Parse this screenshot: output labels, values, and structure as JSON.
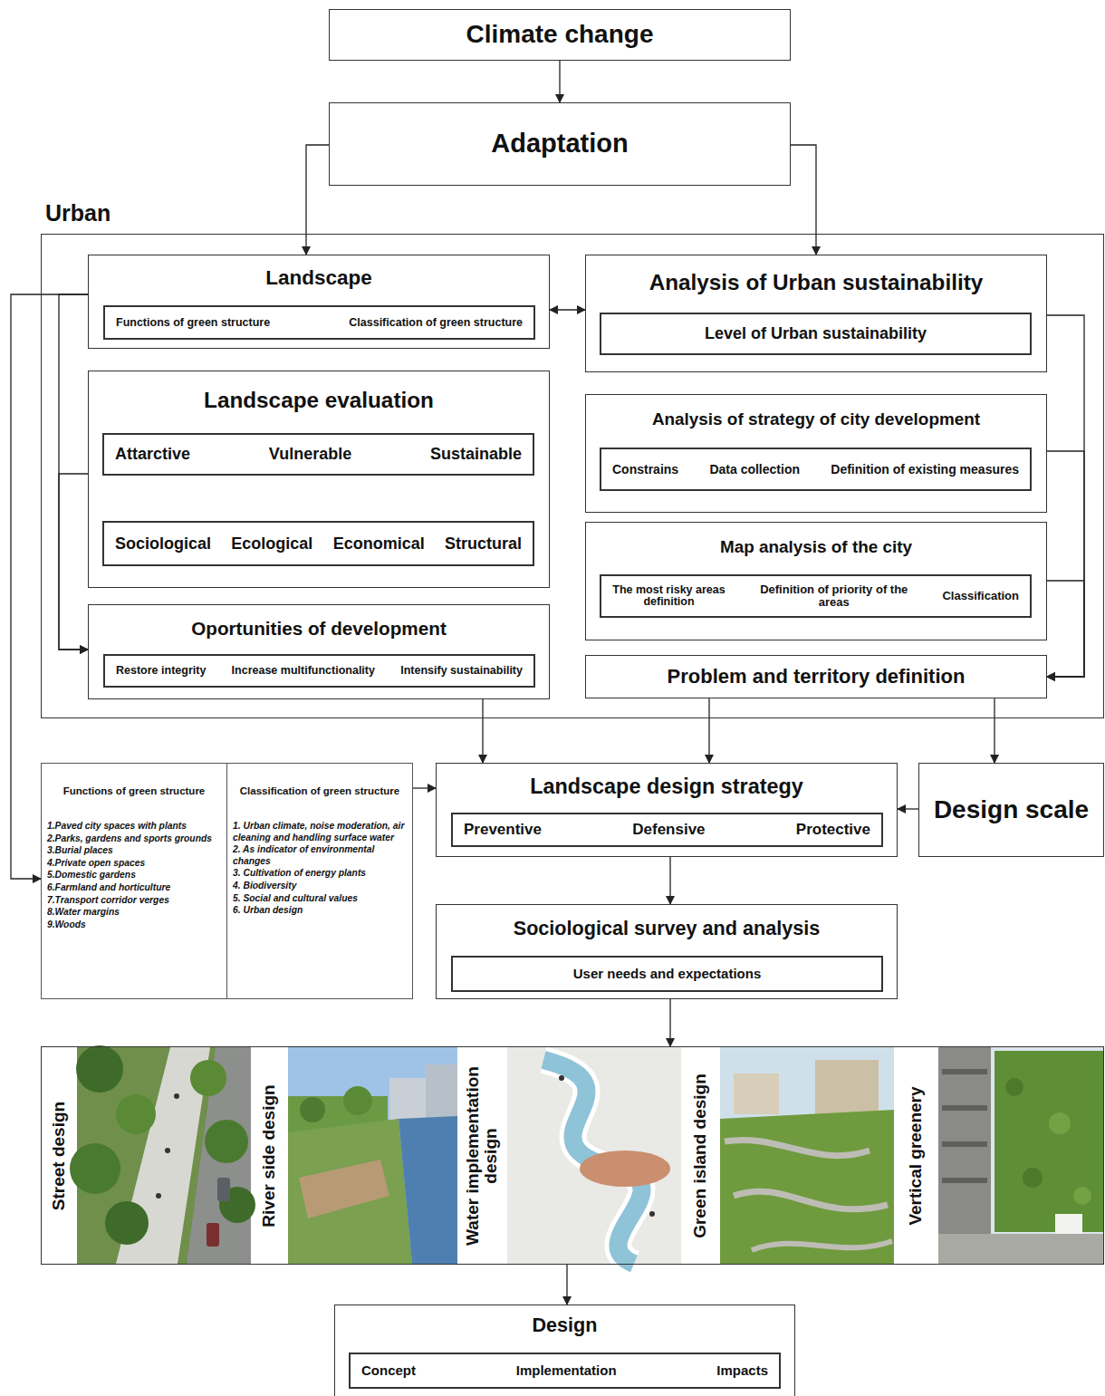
{
  "diagram": {
    "nodes": [
      {
        "text": [
          "Climate change"
        ]
      },
      {
        "text": [
          "Adaptation"
        ]
      },
      {
        "text": [
          "Urban"
        ]
      },
      {
        "text": [
          "Landscape"
        ],
        "in": 2
      },
      {
        "text": [
          "Functions of green structure",
          "Classification of green structure"
        ],
        "in": 3
      },
      {
        "text": [
          "Analysis of Urban sustainability"
        ],
        "in": 2
      },
      {
        "text": [
          "Level of Urban sustainability"
        ],
        "in": 5
      },
      {
        "text": [
          "Landscape evaluation"
        ],
        "in": 2
      },
      {
        "text": [
          "Attarctive",
          "Vulnerable",
          "Sustainable"
        ],
        "in": 7
      },
      {
        "text": [
          "Sociological",
          "Ecological",
          "Economical",
          "Structural"
        ],
        "in": 7
      },
      {
        "text": [
          "Analysis of strategy of city development"
        ],
        "in": 2
      },
      {
        "text": [
          "Constrains",
          "Data collection",
          "Definition of existing measures"
        ],
        "in": 10
      },
      {
        "text": [
          "Map analysis of the city"
        ],
        "in": 2
      },
      {
        "text": [
          "The most risky areas definition",
          "Definition of priority of the areas",
          "Classification"
        ],
        "in": 12
      },
      {
        "text": [
          "Oportunities of development"
        ],
        "in": 2
      },
      {
        "text": [
          "Restore integrity",
          "Increase multifunctionality",
          "Intensify sustainability"
        ],
        "in": 14
      },
      {
        "text": [
          "Problem and territory definition"
        ],
        "in": 2
      },
      {
        "text": [
          "Functions of green structure",
          "1.Paved city spaces with plants",
          "2.Parks, gardens and sports grounds",
          "3.Burial places",
          "4.Private open spaces",
          "5.Domestic gardens",
          "6.Farmland and horticulture",
          "7.Transport corridor verges",
          "8.Water margins",
          "9.Woods"
        ]
      },
      {
        "text": [
          "Classification of green structure",
          "1. Urban climate, noise moderation, air cleaning and handling surface water",
          "2. As indicator of environmental changes",
          "3. Cultivation of energy plants",
          "4. Biodiversity",
          "5. Social and cultural values",
          "6. Urban design"
        ]
      },
      {
        "text": [
          "Landscape design strategy"
        ]
      },
      {
        "text": [
          "Preventive",
          "Defensive",
          "Protective"
        ],
        "in": 19
      },
      {
        "text": [
          "Design scale"
        ]
      },
      {
        "text": [
          "Sociological survey and analysis"
        ]
      },
      {
        "text": [
          "User needs and expectations"
        ],
        "in": 22
      },
      {
        "text": [
          "Street design",
          "River side design",
          "Water implementation design",
          "Green island design",
          "Vertical greenery"
        ]
      },
      {
        "text": [
          "Design"
        ]
      },
      {
        "text": [
          "Concept",
          "Implementation",
          "Impacts"
        ],
        "in": 25
      }
    ],
    "edges": [
      {
        "from": 0,
        "to": 1,
        "arrow": "to"
      },
      {
        "from": 1,
        "to": 3,
        "arrow": "to"
      },
      {
        "from": 1,
        "to": 5,
        "arrow": "to"
      },
      {
        "from": 3,
        "to": 5,
        "arrow": "both"
      },
      {
        "from": 8,
        "to": 9,
        "arrow": "to"
      },
      {
        "from": 3,
        "to": 14,
        "arrow": "to"
      },
      {
        "from": 7,
        "to": 14,
        "arrow": "to"
      },
      {
        "from": 3,
        "to": 17,
        "arrow": "to"
      },
      {
        "from": 5,
        "to": 16,
        "arrow": "to"
      },
      {
        "from": 10,
        "to": 16,
        "arrow": "to"
      },
      {
        "from": 12,
        "to": 16,
        "arrow": "to"
      },
      {
        "from": 14,
        "to": 19,
        "arrow": "to"
      },
      {
        "from": 16,
        "to": 19,
        "arrow": "to"
      },
      {
        "from": 16,
        "to": 21,
        "arrow": "to"
      },
      {
        "from": 18,
        "to": 19,
        "arrow": "to"
      },
      {
        "from": 21,
        "to": 19,
        "arrow": "to"
      },
      {
        "from": 19,
        "to": 22,
        "arrow": "to"
      },
      {
        "from": 22,
        "to": 24,
        "arrow": "to"
      },
      {
        "from": 24,
        "to": 25,
        "arrow": "to"
      }
    ]
  }
}
